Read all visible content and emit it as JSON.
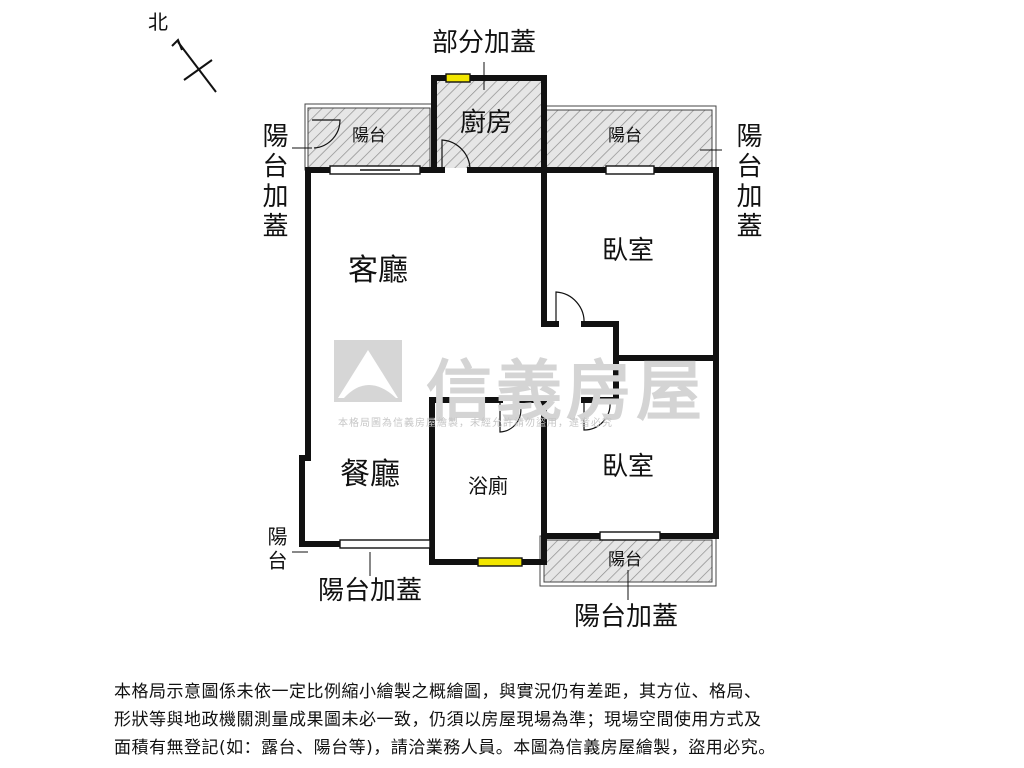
{
  "compass": {
    "north_label": "北"
  },
  "rooms": {
    "living": "客廳",
    "dining": "餐廳",
    "kitchen": "廚房",
    "bedroom_top": "臥室",
    "bedroom_bottom": "臥室",
    "bathroom": "浴廁"
  },
  "balconies": {
    "top_left": "陽台",
    "top_right": "陽台",
    "bottom_right": "陽台"
  },
  "annotations": {
    "partial_enclosure": "部分加蓋",
    "left_balcony_enclosed": "陽台加蓋",
    "right_balcony_enclosed": "陽台加蓋",
    "small_balcony": "陽台",
    "bottom_left_enclosed": "陽台加蓋",
    "bottom_right_enclosed": "陽台加蓋"
  },
  "watermark": {
    "brand": "信義房屋",
    "notice": "本格局圖為信義房屋繪製，未經允許請勿盜用，違者必究"
  },
  "disclaimer": {
    "line1": "本格局示意圖係未依一定比例縮小繪製之概繪圖，與實況仍有差距，其方位、格局、",
    "line2": "形狀等與地政機關測量成果圖未必一致，仍須以房屋現場為準；現場空間使用方式及",
    "line3": "面積有無登記(如：露台、陽台等)，請洽業務人員。本圖為信義房屋繪製，盜用必究。"
  },
  "colors": {
    "wall": "#111111",
    "hatch": "#9a9a9a",
    "balcony_fill": "#e6e6e6",
    "window_yellow": "#f2e600",
    "watermark": "#d4d4d4"
  }
}
